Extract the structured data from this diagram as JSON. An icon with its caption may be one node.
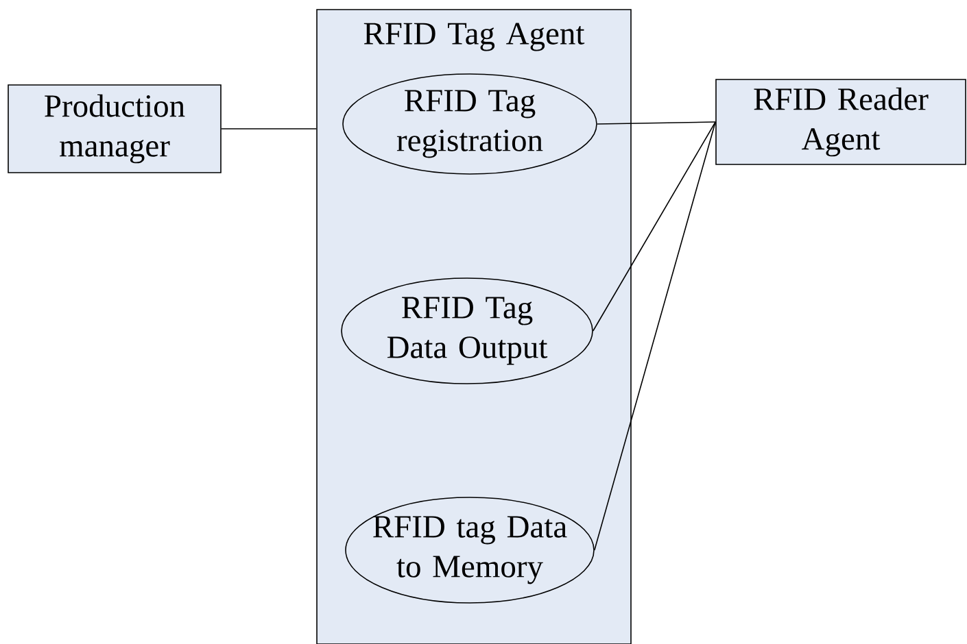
{
  "diagram": {
    "nodes": [
      {
        "text": [
          "Production manager"
        ]
      },
      {
        "text": [
          "RFID Tag Agent"
        ]
      },
      {
        "text": [
          "RFID Tag registration"
        ],
        "in": 1
      },
      {
        "text": [
          "RFID Tag Data Output"
        ],
        "in": 1
      },
      {
        "text": [
          "RFID tag Data to Memory"
        ],
        "in": 1
      },
      {
        "text": [
          "RFID Reader Agent"
        ]
      }
    ],
    "edges": [
      {
        "from": 0,
        "to": 1,
        "arrow": "none"
      },
      {
        "from": 5,
        "to": 2,
        "arrow": "none"
      },
      {
        "from": 5,
        "to": 3,
        "arrow": "none"
      },
      {
        "from": 5,
        "to": 4,
        "arrow": "none"
      }
    ]
  }
}
